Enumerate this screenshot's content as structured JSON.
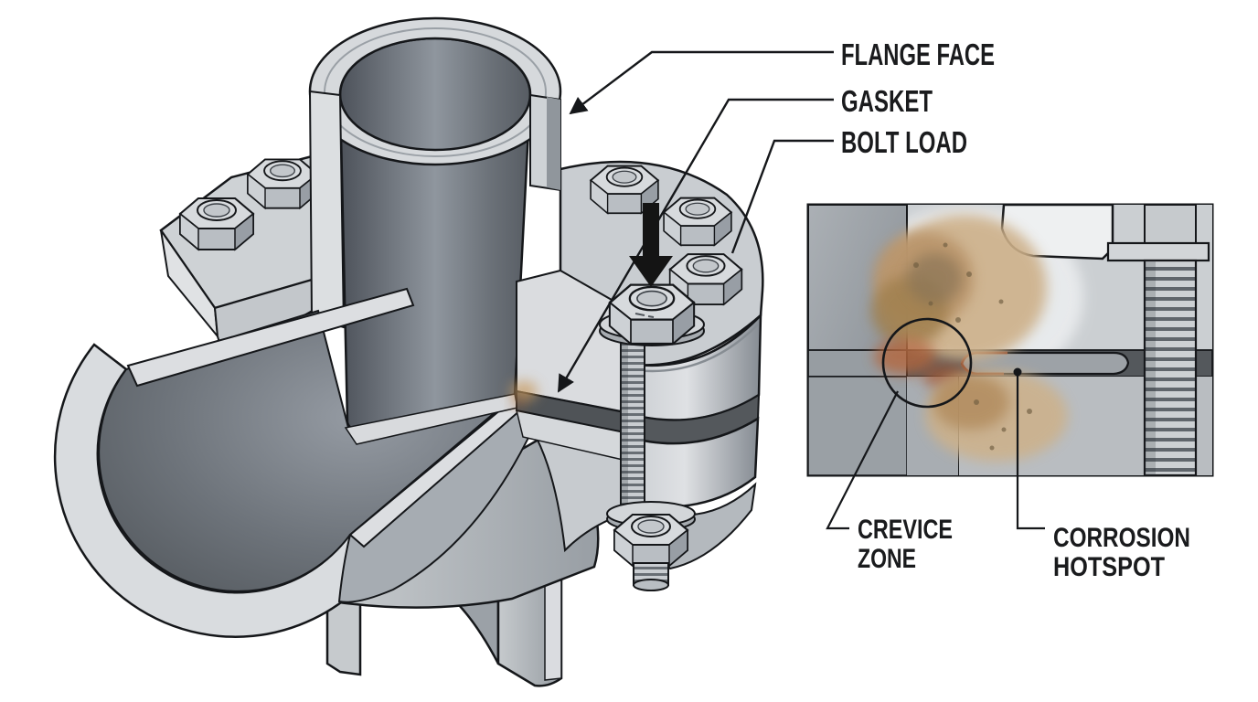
{
  "figure": {
    "kind": "flange-joint-corrosion-cutaway-diagram",
    "background": "#ffffff"
  },
  "labels": {
    "flange_face": "FLANGE FACE",
    "gasket": "GASKET",
    "bolt_load": "BOLT LOAD",
    "crevice_line1": "CREVICE",
    "crevice_line2": "ZONE",
    "corrosion_line1": "CORROSION",
    "corrosion_line2": "HOTSPOT"
  },
  "icons": {
    "bolt_load_arrow": "down-arrow"
  },
  "colors": {
    "outline": "#15171a",
    "metal_light": "#d7dadd",
    "metal_mid": "#aab0b5",
    "metal_dark": "#565b61",
    "cut_face": "#dcdee1",
    "gasket_dark": "#4f5357",
    "inset_background": "#c7cacd",
    "corrosion_tan": "#c9a87c",
    "corrosion_rust": "#b05f38",
    "arrow_black": "#141414",
    "background": "#ffffff"
  }
}
